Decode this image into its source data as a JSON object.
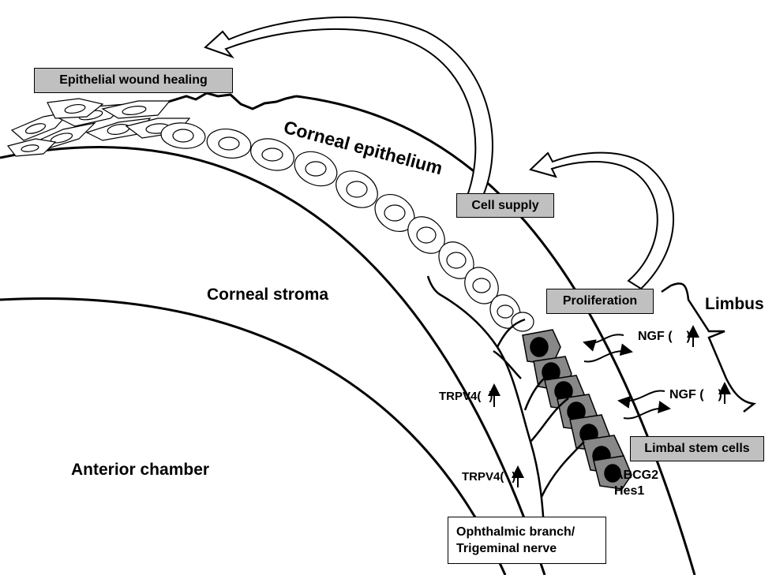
{
  "labels": {
    "wound_healing": "Epithelial wound healing",
    "cell_supply": "Cell supply",
    "proliferation": "Proliferation",
    "limbal_stem_cells": "Limbal stem cells",
    "nerve_line1": "Ophthalmic branch/",
    "nerve_line2": "Trigeminal nerve",
    "corneal_epithelium": "Corneal epithelium",
    "corneal_stroma": "Corneal stroma",
    "anterior_chamber": "Anterior chamber",
    "limbus": "Limbus",
    "ngf1": "NGF (",
    "ngf1_close": ")",
    "ngf2": "NGF (",
    "ngf2_close": ")",
    "trpv4_1": "TRPV4(",
    "trpv4_1_close": ")",
    "trpv4_2": "TRPV4(",
    "trpv4_2_close": ")",
    "marker1": "ABCG2",
    "marker2": "Hes1"
  },
  "colors": {
    "box_fill": "#c0c0c0",
    "stem_cell_fill": "#888888",
    "nucleus": "#000000",
    "line": "#000000",
    "background": "#ffffff"
  }
}
